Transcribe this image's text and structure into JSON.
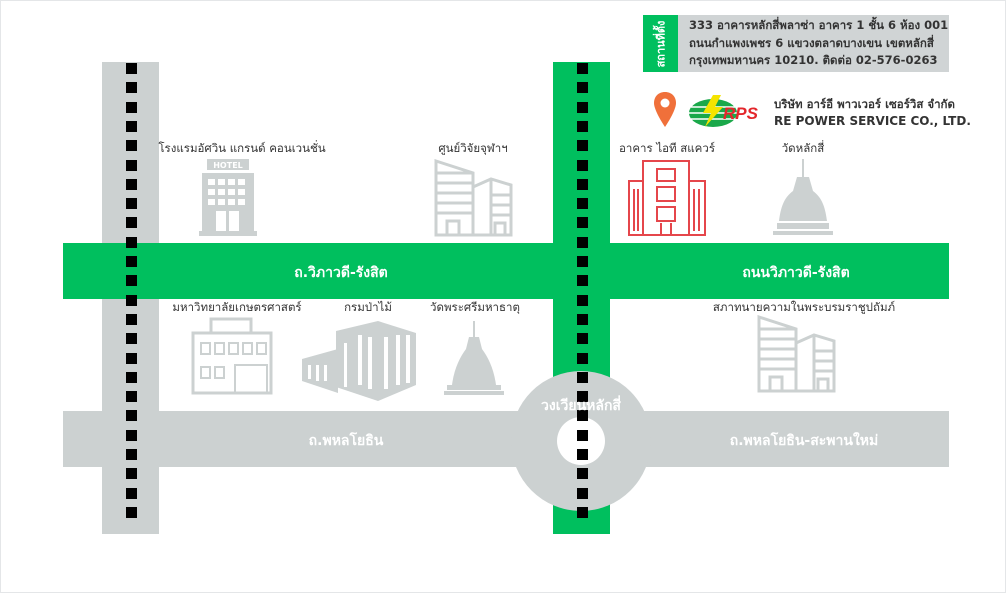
{
  "address": {
    "tag": "สถานที่ตั้ง",
    "lines": [
      "333 อาคารหลักสี่พลาซ่า อาคาร 1 ชั้น 6 ห้อง 001",
      "ถนนกำแพงเพชร 6 แขวงตลาดบางเขน เขตหลักสี่",
      "กรุงเทพมหานคร 10210. ติดต่อ 02-576-0263"
    ]
  },
  "company": {
    "logo_text": "RPS",
    "name_th": "บริษัท อาร์อี พาวเวอร์ เซอร์วิส จำกัด",
    "name_en": "RE POWER SERVICE CO., LTD."
  },
  "roads": {
    "vibhavadi_left": "ถ.วิภาวดี-รังสิต",
    "vibhavadi_right": "ถนนวิภาวดี-รังสิต",
    "phahon_left": "ถ.พหลโยธิน",
    "phahon_right": "ถ.พหลโยธิน-สะพานใหม่",
    "roundabout": "วงเวียนหลักสี่"
  },
  "landmarks": {
    "hotel": "โรงแรมอัศวิน แกรนด์ คอนเวนชั่น",
    "hotel_sign": "HOTEL",
    "chula": "ศูนย์วิจัยจุฬาฯ",
    "it_square": "อาคาร ไอที สแควร์",
    "wat_laksi": "วัดหลักสี่",
    "kasetsart": "มหาวิทยาลัยเกษตรศาสตร์",
    "forest": "กรมป่าไม้",
    "wat_phra_sri": "วัดพระศรีมหาธาตุ",
    "lawyers": "สภาทนายความในพระบรมราชูปถัมภ์"
  },
  "colors": {
    "green": "#00bf5e",
    "gray": "#ccd1d1",
    "red": "#e5464b",
    "pin": "#f0703a"
  }
}
